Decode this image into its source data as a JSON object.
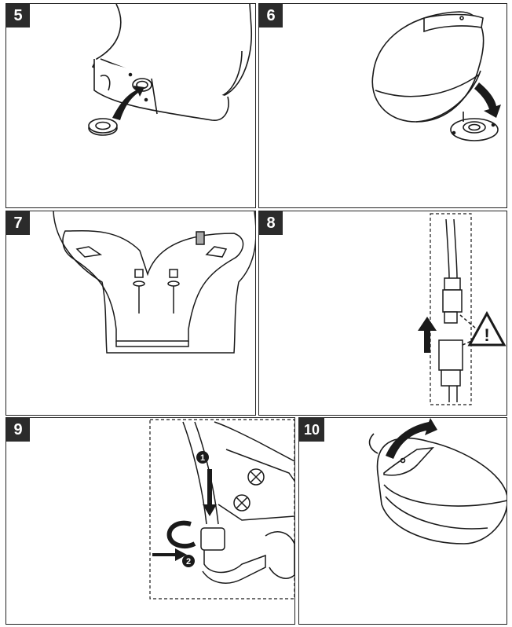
{
  "steps": [
    {
      "number": "5",
      "illustration": "nut-washer-assembly"
    },
    {
      "number": "6",
      "illustration": "seat-onto-mounting-flange"
    },
    {
      "number": "7",
      "illustration": "underside-bolts"
    },
    {
      "number": "8",
      "illustration": "hose-connector-warning"
    },
    {
      "number": "9",
      "illustration": "hose-push-clip"
    },
    {
      "number": "10",
      "illustration": "seat-close-lid"
    }
  ],
  "callouts": {
    "one": "1",
    "two": "2"
  },
  "warning_symbol": "!",
  "colors": {
    "line": "#1a1a1a",
    "badge": "#2b2b2b",
    "background": "#ffffff"
  }
}
